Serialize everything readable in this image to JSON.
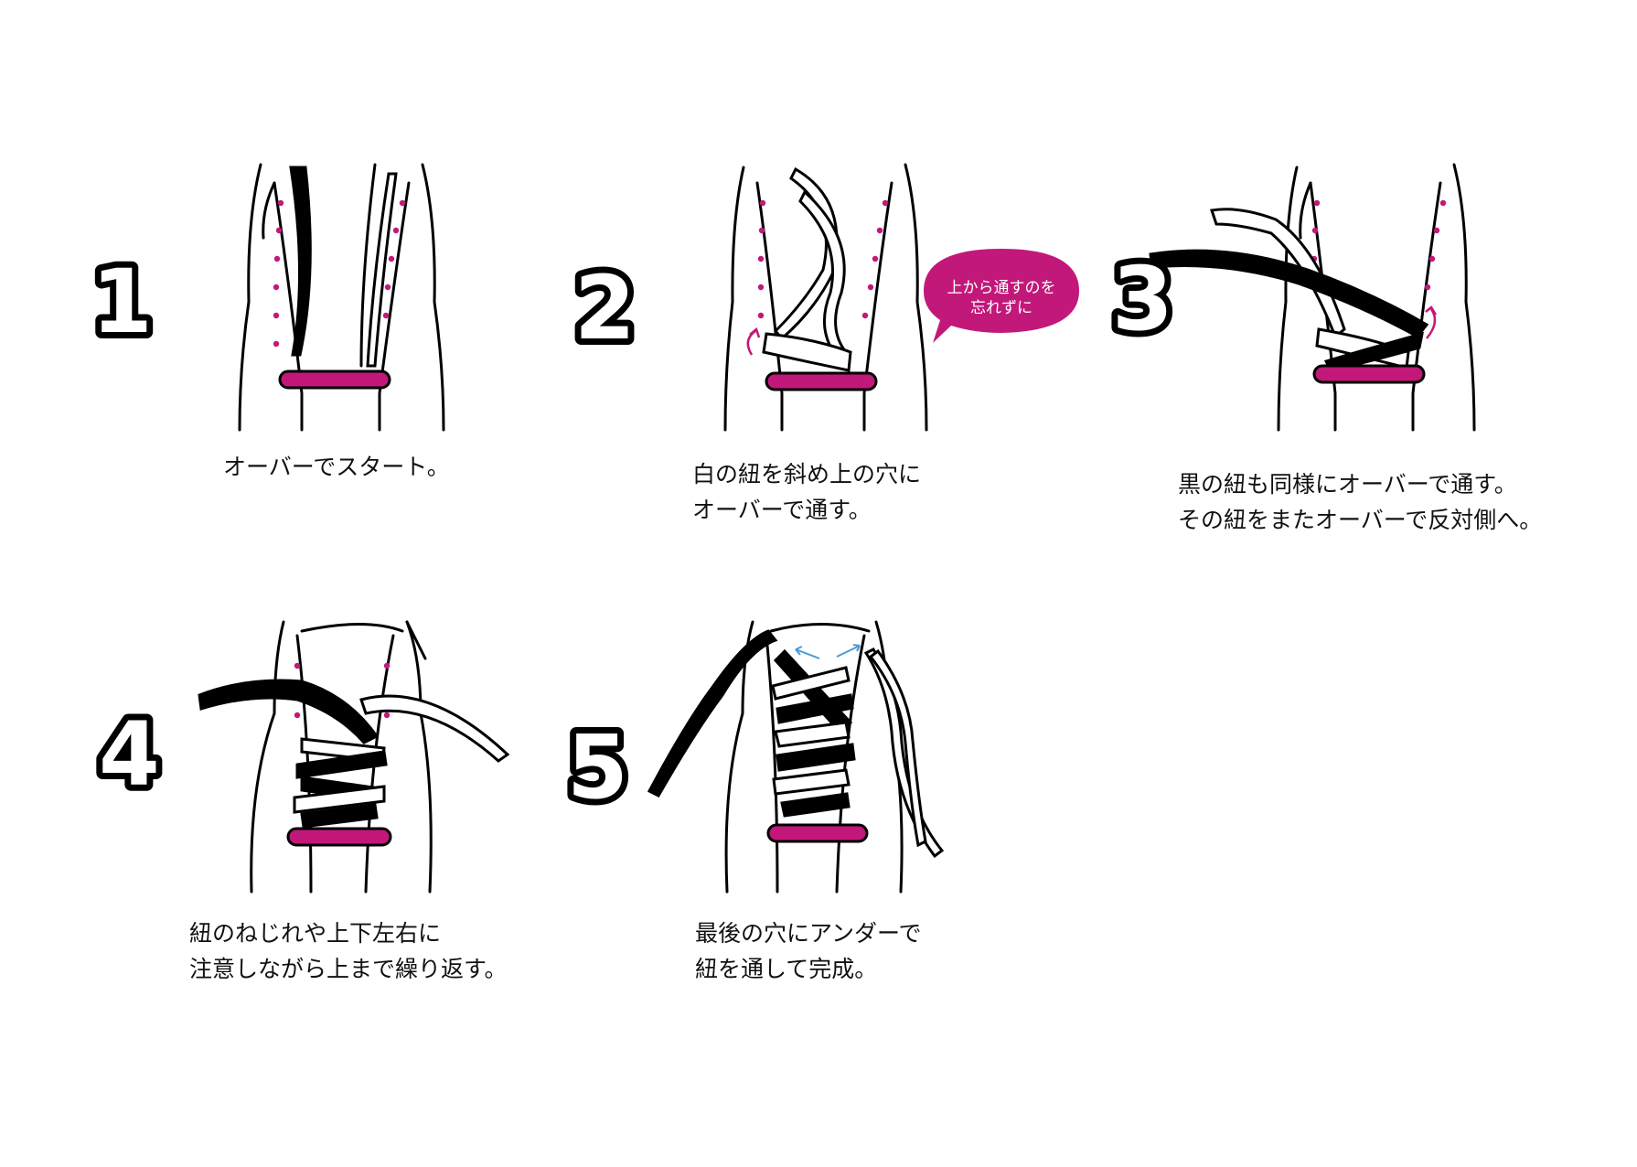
{
  "colors": {
    "accent": "#c2187a",
    "arrow": "#4a9bd6",
    "ink": "#000000"
  },
  "steps": [
    {
      "number": "1",
      "caption": "オーバーでスタート。"
    },
    {
      "number": "2",
      "caption": "白の紐を斜め上の穴に\nオーバーで通す。"
    },
    {
      "number": "3",
      "caption": "黒の紐も同様にオーバーで通す。\nその紐をまたオーバーで反対側へ。"
    },
    {
      "number": "4",
      "caption": "紐のねじれや上下左右に\n注意しながら上まで繰り返す。"
    },
    {
      "number": "5",
      "caption": "最後の穴にアンダーで\n紐を通して完成。"
    }
  ],
  "callout": {
    "line1": "上から通すのを",
    "line2": "忘れずに"
  }
}
